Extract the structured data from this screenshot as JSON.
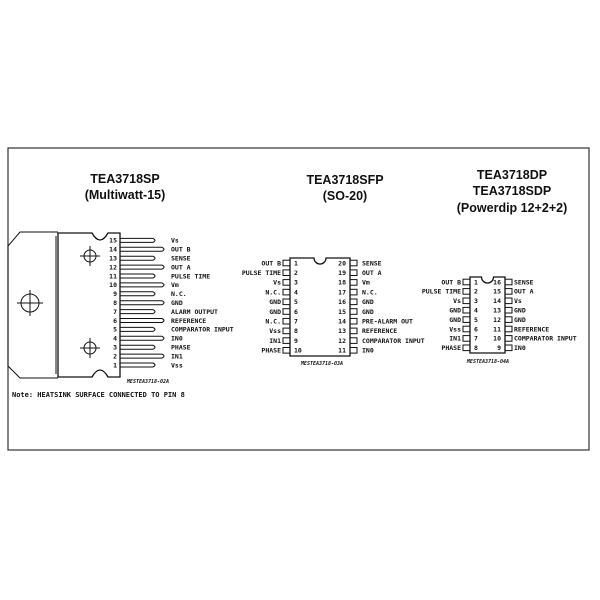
{
  "packages": [
    {
      "id": "sp",
      "titles": [
        "TEA3718SP",
        "(Multiwatt-15)"
      ],
      "code": "MESTEA3718-02A",
      "pins": [
        "Vss",
        "IN1",
        "PHASE",
        "IN0",
        "COMPARATOR INPUT",
        "REFERENCE",
        "ALARM OUTPUT",
        "GND",
        "N.C.",
        "Vm",
        "PULSE TIME",
        "OUT A",
        "SENSE",
        "OUT B",
        "Vs"
      ]
    },
    {
      "id": "sfp",
      "titles": [
        "TEA3718SFP",
        "(SO-20)"
      ],
      "code": "MESTEA3718-03A",
      "left_pins": [
        "OUT B",
        "PULSE TIME",
        "Vs",
        "N.C.",
        "GND",
        "GND",
        "N.C.",
        "Vss",
        "IN1",
        "PHASE"
      ],
      "right_pins": [
        "IN0",
        "COMPARATOR INPUT",
        "REFERENCE",
        "PRE-ALARM OUT",
        "GND",
        "GND",
        "N.C.",
        "Vm",
        "OUT A",
        "SENSE"
      ]
    },
    {
      "id": "dp",
      "titles": [
        "TEA3718DP",
        "TEA3718SDP",
        "(Powerdip 12+2+2)"
      ],
      "code": "MESTEA3718-04A",
      "left_pins": [
        "OUT B",
        "PULSE TIME",
        "Vs",
        "GND",
        "GND",
        "Vss",
        "IN1",
        "PHASE"
      ],
      "right_pins": [
        "IN0",
        "COMPARATOR INPUT",
        "REFERENCE",
        "GND",
        "GND",
        "Vs",
        "OUT A",
        "SENSE"
      ]
    }
  ],
  "note": "Note: HEATSINK SURFACE CONNECTED TO PIN 8"
}
